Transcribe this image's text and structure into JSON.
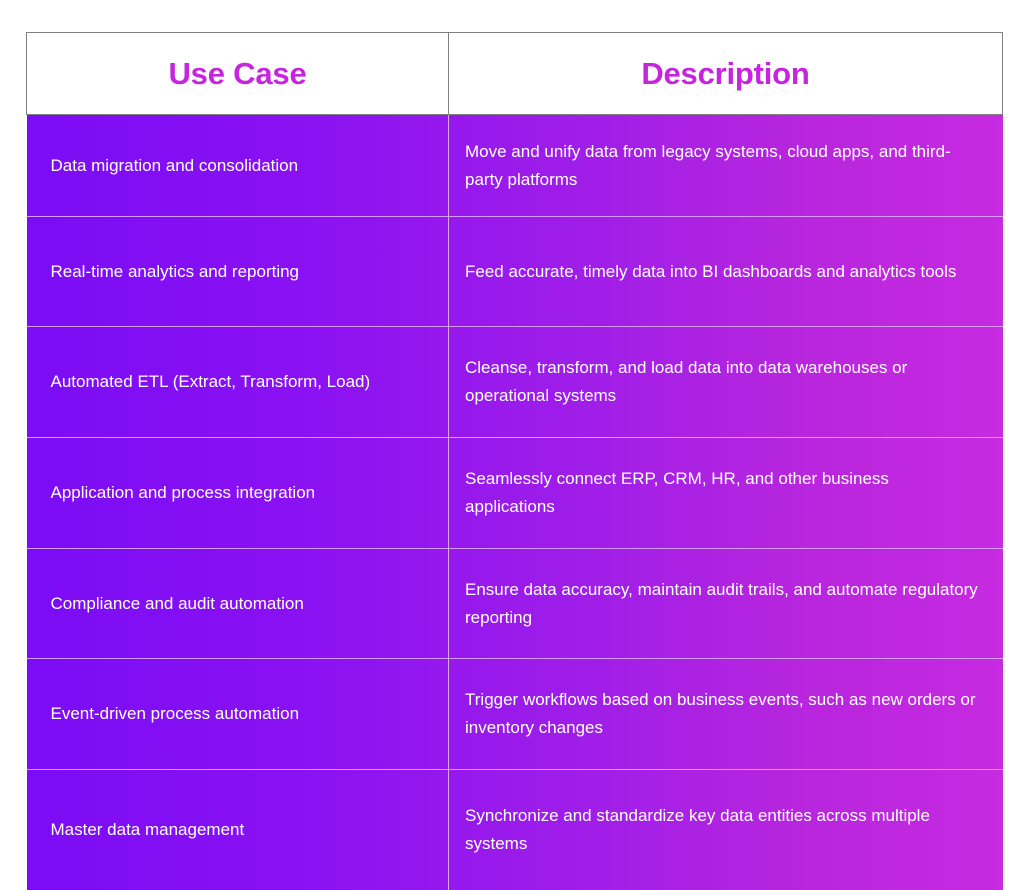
{
  "table": {
    "columns": [
      {
        "key": "use_case",
        "label": "Use Case"
      },
      {
        "key": "description",
        "label": "Description"
      }
    ],
    "header_text_color": "#c724e0",
    "header_background": "#ffffff",
    "header_border_color": "#808080",
    "body_gradient_start": "#7b0cf5",
    "body_gradient_end": "#c62ae1",
    "body_text_color": "#ffffff",
    "divider_color": "#d69bf0",
    "rows": [
      {
        "use_case": "Data migration and consolidation",
        "description": "Move and unify data from legacy systems, cloud apps, and third-party platforms"
      },
      {
        "use_case": "Real-time analytics and reporting",
        "description": "Feed accurate, timely data into BI dashboards and analytics tools"
      },
      {
        "use_case": "Automated ETL (Extract, Transform, Load)",
        "description": "Cleanse, transform, and load data into data warehouses or operational systems"
      },
      {
        "use_case": "Application and process integration",
        "description": "Seamlessly connect ERP, CRM, HR, and other business applications"
      },
      {
        "use_case": "Compliance and audit automation",
        "description": "Ensure data accuracy, maintain audit trails, and automate regulatory reporting"
      },
      {
        "use_case": "Event-driven process automation",
        "description": "Trigger workflows based on business events, such as new orders or inventory changes"
      },
      {
        "use_case": "Master data management",
        "description": "Synchronize and standardize key data entities across multiple systems"
      }
    ]
  }
}
